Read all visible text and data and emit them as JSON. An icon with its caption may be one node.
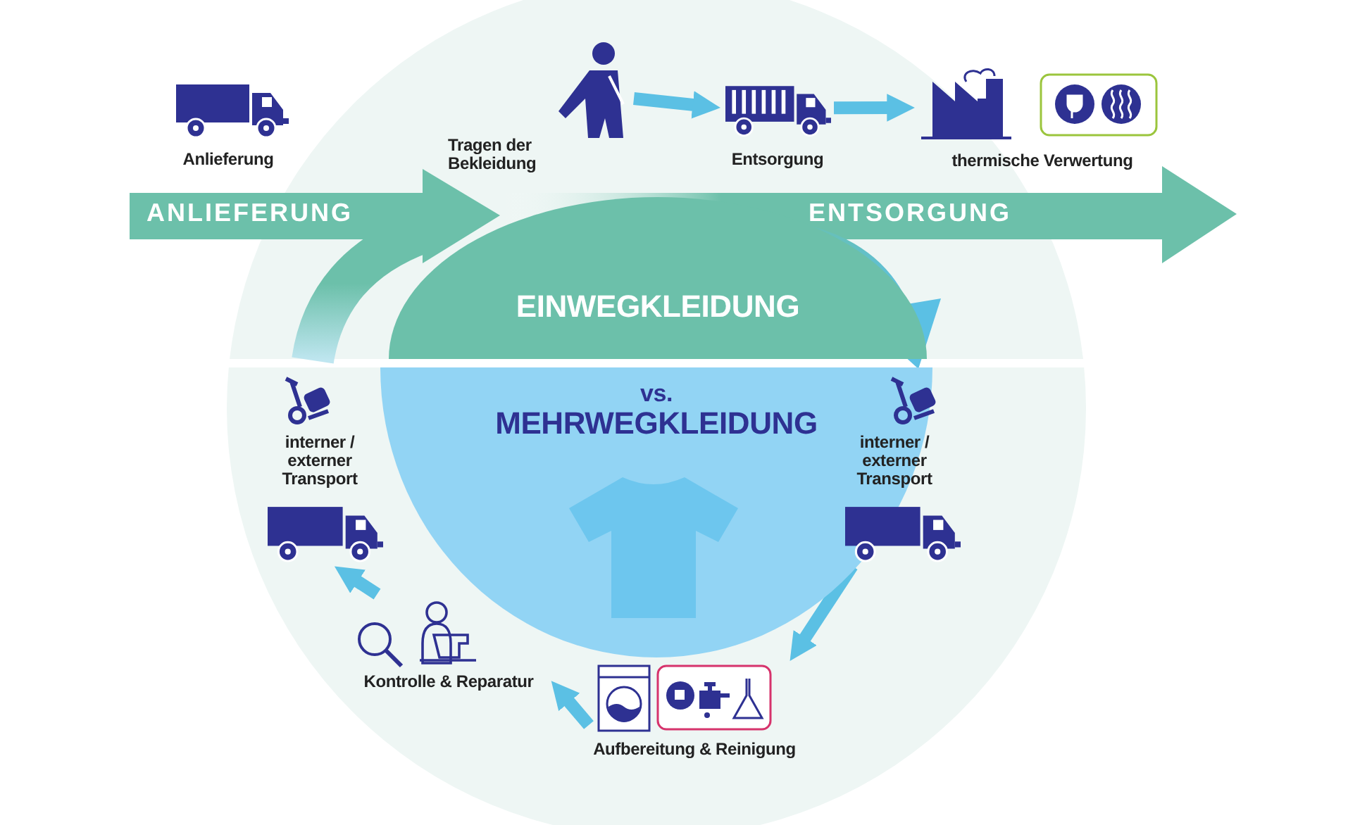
{
  "diagram": {
    "nodes": [
      {
        "text": [
          "Anlieferung"
        ]
      },
      {
        "text": [
          "Tragen der Bekleidung"
        ]
      },
      {
        "text": [
          "Entsorgung"
        ]
      },
      {
        "text": [
          "thermische Verwertung"
        ]
      },
      {
        "text": [
          "EINWEGKLEIDUNG"
        ]
      },
      {
        "text": [
          "vs.",
          "MEHRWEGKLEIDUNG"
        ]
      },
      {
        "text": [
          "interner / externer Transport"
        ]
      },
      {
        "text": [
          "Aufbereitung & Reinigung"
        ]
      },
      {
        "text": [
          "Kontrolle & Reparatur"
        ]
      },
      {
        "text": [
          "interner / externer Transport"
        ]
      }
    ],
    "edges": [
      {
        "from": 1,
        "to": 2,
        "arrow": "to"
      },
      {
        "from": 2,
        "to": 3,
        "arrow": "to"
      },
      {
        "from": 6,
        "to": 7,
        "arrow": "to"
      },
      {
        "from": 7,
        "to": 8,
        "arrow": "to"
      },
      {
        "from": 8,
        "to": 9,
        "arrow": "to"
      }
    ],
    "labels": [
      "ANLIEFERUNG",
      "ENTSORGUNG"
    ]
  }
}
